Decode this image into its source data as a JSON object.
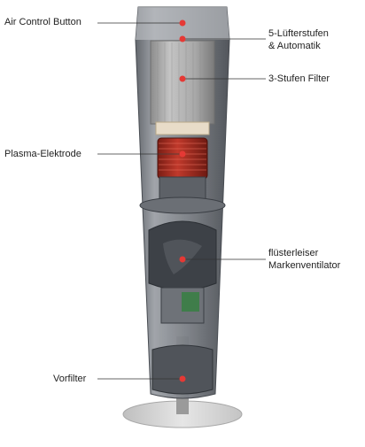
{
  "labels": {
    "air_control": "Air Control Button",
    "fan_levels_1": "5-Lüfterstufen",
    "fan_levels_2": "& Automatik",
    "filter": "3-Stufen Filter",
    "plasma": "Plasma-Elektrode",
    "fan_1": "flüsterleiser",
    "fan_2": "Markenventilator",
    "prefilter": "Vorfilter"
  },
  "colors": {
    "marker": "#e53935",
    "leader_line": "#333333",
    "shell": "#7d8187",
    "shell_dark": "#4b4f55",
    "filter": "#9e9e9e",
    "coil": "#c0392b",
    "base": "#d9d9d9"
  }
}
